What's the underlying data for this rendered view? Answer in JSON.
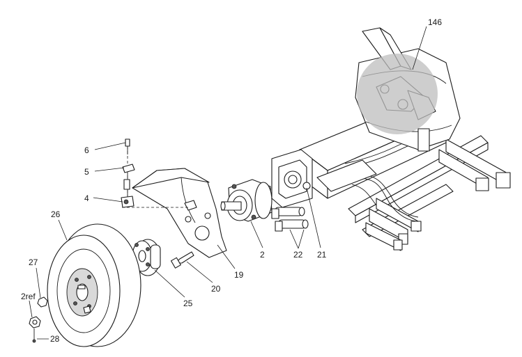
{
  "callouts": {
    "c146": "146",
    "c6": "6",
    "c5": "5",
    "c4": "4",
    "c26": "26",
    "c27": "27",
    "c2ref": "2ref",
    "c28": "28",
    "c25": "25",
    "c20": "20",
    "c19": "19",
    "c2": "2",
    "c22": "22",
    "c21": "21"
  }
}
